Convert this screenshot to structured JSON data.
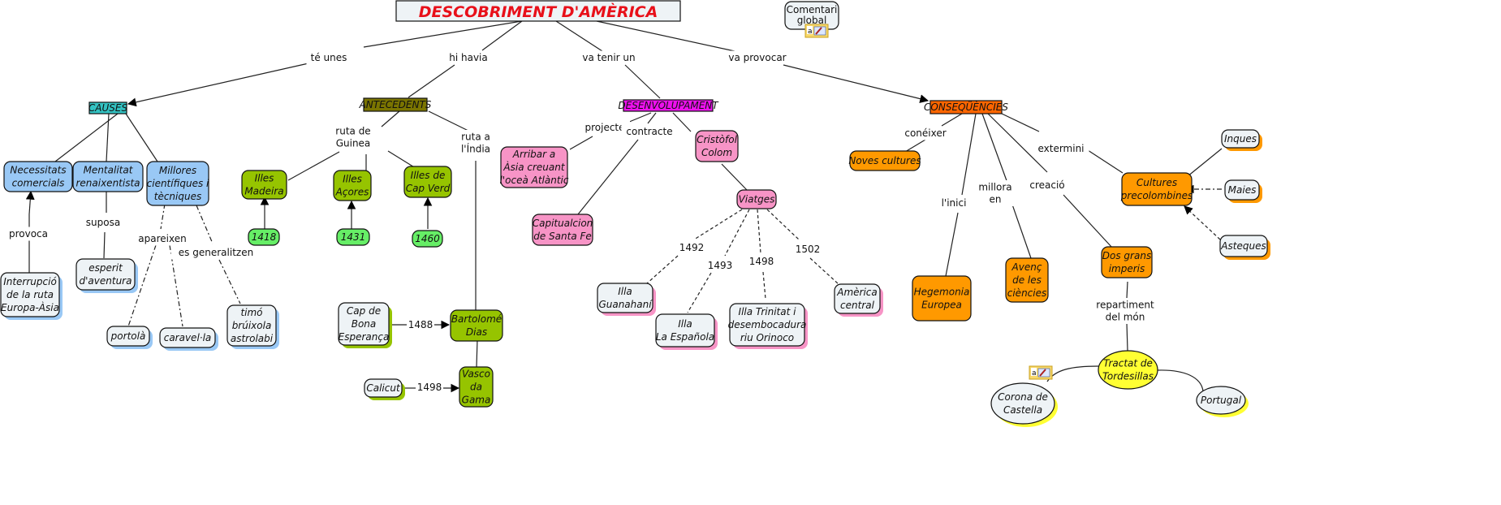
{
  "title": "DESCOBRIMENT D'AMÈRICA",
  "comment_node": {
    "label": [
      "Comentari",
      "global"
    ],
    "icon": "annotation-note-icon"
  },
  "colors": {
    "title_fill": "#eef3f6",
    "title_text": "#e8101a",
    "causes": "#33c2c2",
    "blue_node": "#99c8f5",
    "light_node": "#eef3f6",
    "antecedents": "#7a7400",
    "green_node": "#96c400",
    "bright_green": "#66ee66",
    "desenvolupament": "#ee10ee",
    "pink_node": "#f794c6",
    "consequencies": "#ff6600",
    "orange_node": "#ff9900",
    "yellow_node": "#ffff33"
  },
  "nodes": {
    "causes": "CAUSES",
    "necessitats": [
      "Necessitats",
      "comercials"
    ],
    "mentalitat": [
      "Mentalitat",
      "renaixentista"
    ],
    "millores": [
      "Millores",
      "científiques i",
      "tècniques"
    ],
    "interrupcio": [
      "Interrupció",
      "de la ruta",
      "Europa-Àsia"
    ],
    "esperit": [
      "esperit",
      "d'aventura"
    ],
    "portola": [
      "portolà"
    ],
    "caravella": [
      "caravel·la"
    ],
    "timo": [
      "timó",
      "brúixola",
      "astrolabi"
    ],
    "antecedents": "ANTECEDENTS",
    "madeira": [
      "Illes",
      "Madeira"
    ],
    "acores": [
      "Illes",
      "Açores"
    ],
    "capverd": [
      "Illes de",
      "Cap Verd"
    ],
    "y1418": [
      "1418"
    ],
    "y1431": [
      "1431"
    ],
    "y1460": [
      "1460"
    ],
    "bona": [
      "Cap de",
      "Bona",
      "Esperança"
    ],
    "bartolome": [
      "Bartolomé",
      "Dias"
    ],
    "calicut": [
      "Calicut"
    ],
    "vasco": [
      "Vasco",
      "da",
      "Gama"
    ],
    "desenvolupament": "DESENVOLUPAMENT",
    "arribar": [
      "Arribar a",
      "Àsia creuant",
      "l'oceà Atlàntic"
    ],
    "capitulacion": [
      "Capitualcion",
      "de Santa Fe"
    ],
    "colom": [
      "Cristòfol",
      "Colom"
    ],
    "viatges": [
      "Viatges"
    ],
    "guanahani": [
      "Illa",
      "Guanahaní"
    ],
    "espanola": [
      "Illa",
      "La Española"
    ],
    "trinitat": [
      "Illa Trinitat i",
      "desembocadura",
      "riu Orinoco"
    ],
    "america": [
      "Amèrica",
      "central"
    ],
    "consequencies": "CONSEQÜÈNCIES",
    "noves": [
      "Noves cultures"
    ],
    "hegemonia": [
      "Hegemonia",
      "Europea"
    ],
    "avenc": [
      "Avenç",
      "de les",
      "ciències"
    ],
    "imperis": [
      "Dos grans",
      "imperis"
    ],
    "precolombines": [
      "Cultures",
      "precolombines"
    ],
    "inques": [
      "Inques"
    ],
    "maies": [
      "Maies"
    ],
    "asteques": [
      "Asteques"
    ],
    "tordesillas": [
      "Tractat de",
      "Tordesillas"
    ],
    "castella": [
      "Corona de",
      "Castella"
    ],
    "portugal": [
      "Portugal"
    ]
  },
  "links": {
    "te_unes": [
      "té unes"
    ],
    "hi_havia": [
      "hi havia"
    ],
    "va_tenir": [
      "va tenir un"
    ],
    "va_provocar": [
      "va provocar"
    ],
    "provoca": [
      "provoca"
    ],
    "suposa": [
      "suposa"
    ],
    "apareixen": [
      "apareixen"
    ],
    "generalitzen": [
      "es generalitzen"
    ],
    "ruta_guinea": [
      "ruta de",
      "Guinea"
    ],
    "ruta_india": [
      "ruta a",
      "l'Índia"
    ],
    "l1488": [
      "1488"
    ],
    "l1498b": [
      "1498"
    ],
    "projecte": [
      "projecte"
    ],
    "contracte": [
      "contracte"
    ],
    "l1492": [
      "1492"
    ],
    "l1493": [
      "1493"
    ],
    "l1498": [
      "1498"
    ],
    "l1502": [
      "1502"
    ],
    "coneixer": [
      "conéixer"
    ],
    "inici": [
      "l'inici"
    ],
    "millora": [
      "millora",
      "en"
    ],
    "creacio": [
      "creació"
    ],
    "extermini": [
      "extermini"
    ],
    "repartiment": [
      "repartiment",
      "del món"
    ]
  }
}
